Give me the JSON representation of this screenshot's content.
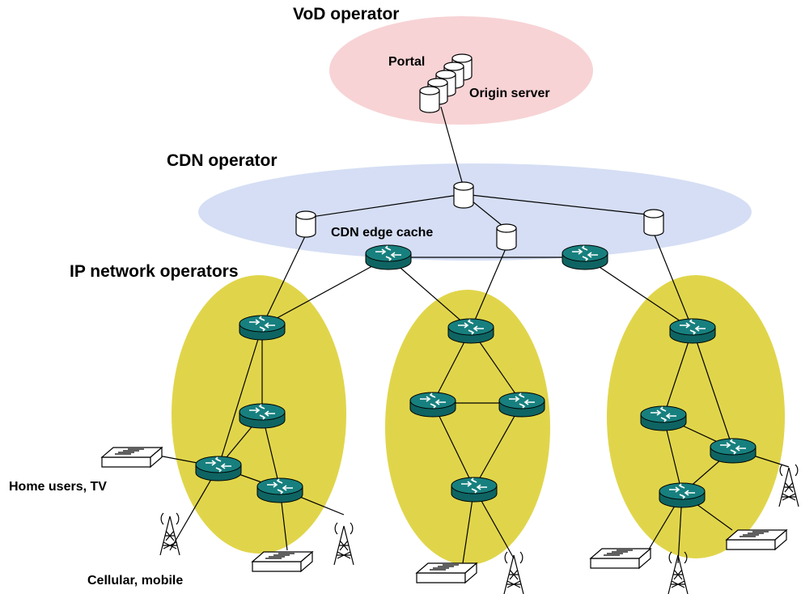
{
  "colors": {
    "vod_region": "#f7d3d5",
    "cdn_region": "#d5def4",
    "ip_region": "#e0d54a",
    "router": "#17807e",
    "router_side": "#0e6462"
  },
  "labels": {
    "vod_operator": "VoD operator",
    "cdn_operator": "CDN operator",
    "ip_network_operators": "IP network operators",
    "portal": "Portal",
    "origin_server": "Origin server",
    "cdn_edge_cache": "CDN edge cache",
    "home_users": "Home users, TV",
    "cellular_mobile": "Cellular, mobile"
  },
  "icons": {
    "router": "router-icon",
    "cache": "database-icon",
    "switch": "switch-icon",
    "tower": "cell-tower-icon"
  }
}
